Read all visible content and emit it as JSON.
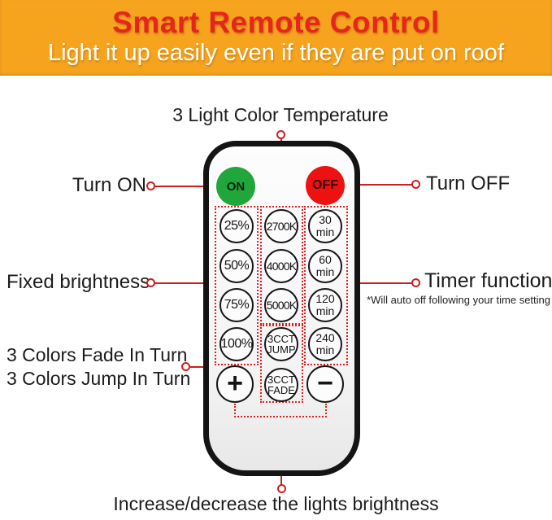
{
  "header": {
    "title": "Smart Remote Control",
    "subtitle": "Light it up easily even if they are put on roof"
  },
  "labels": {
    "top": "3 Light Color Temperature",
    "turn_on": "Turn ON",
    "turn_off": "Turn OFF",
    "fixed_brightness": "Fixed brightness",
    "timer": "Timer function",
    "timer_note": "*Will auto off following your time setting",
    "fade": "3 Colors Fade In Turn",
    "jump": "3 Colors Jump In Turn",
    "bottom": "Increase/decrease the lights brightness"
  },
  "remote": {
    "power": {
      "on": "ON",
      "off": "OFF"
    },
    "brightness": [
      "25%",
      "50%",
      "75%",
      "100%"
    ],
    "color_temp": [
      "2700K",
      "4000K",
      "5000K"
    ],
    "cct_jump": "3CCT\nJUMP",
    "cct_fade": "3CCT\nFADE",
    "timer": [
      "30\nmin",
      "60\nmin",
      "120\nmin",
      "240\nmin"
    ],
    "increase": "+",
    "decrease": "−"
  },
  "colors": {
    "banner_bg": "#F6A41E",
    "title_red": "#E6261C",
    "subtitle_white": "#FFFFFF",
    "connector_red": "#CE1F1F",
    "dotted_red": "#E02020",
    "on_green": "#21A63C",
    "off_red": "#EE1111",
    "remote_border": "#141414"
  }
}
